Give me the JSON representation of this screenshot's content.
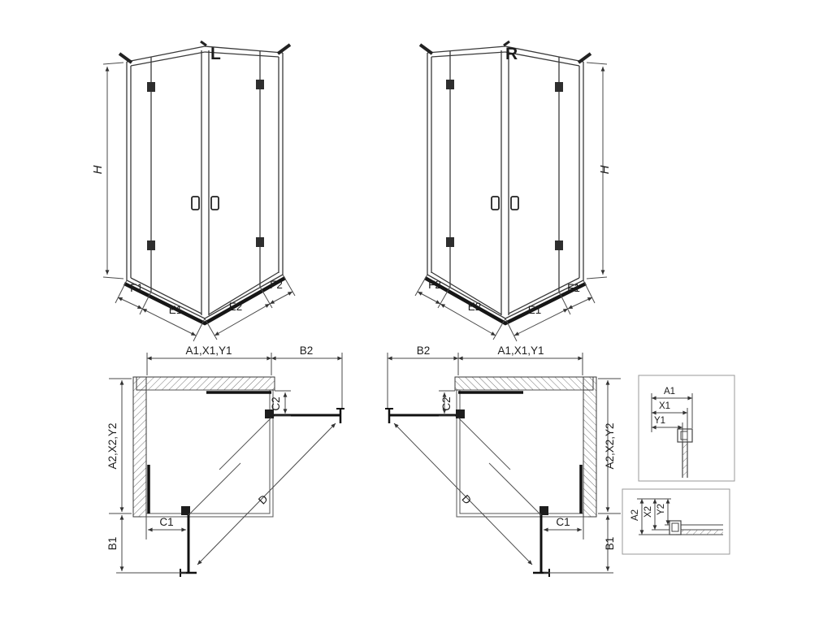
{
  "page": {
    "background": "#ffffff"
  },
  "iso_left": {
    "title": "L",
    "h": "H",
    "f1": "F1",
    "e1": "E1",
    "e2": "E2",
    "f2": "F2"
  },
  "iso_right": {
    "title": "R",
    "h": "H",
    "f2": "F2",
    "e2": "E2",
    "e1": "E1",
    "f1": "F1"
  },
  "plan_left": {
    "a1x1y1": "A1,X1,Y1",
    "b2": "B2",
    "c2": "C2",
    "a2x2y2": "A2,X2,Y2",
    "b1": "B1",
    "c1": "C1",
    "d": "D"
  },
  "plan_right": {
    "b2": "B2",
    "a1x1y1": "A1,X1,Y1",
    "c2": "C2",
    "a2x2y2": "A2,X2,Y2",
    "b1": "B1",
    "c1": "C1",
    "d": "D"
  },
  "detail_top": {
    "a1": "A1",
    "x1": "X1",
    "y1": "Y1"
  },
  "detail_bottom": {
    "a2": "A2",
    "x2": "X2",
    "y2": "Y2"
  }
}
